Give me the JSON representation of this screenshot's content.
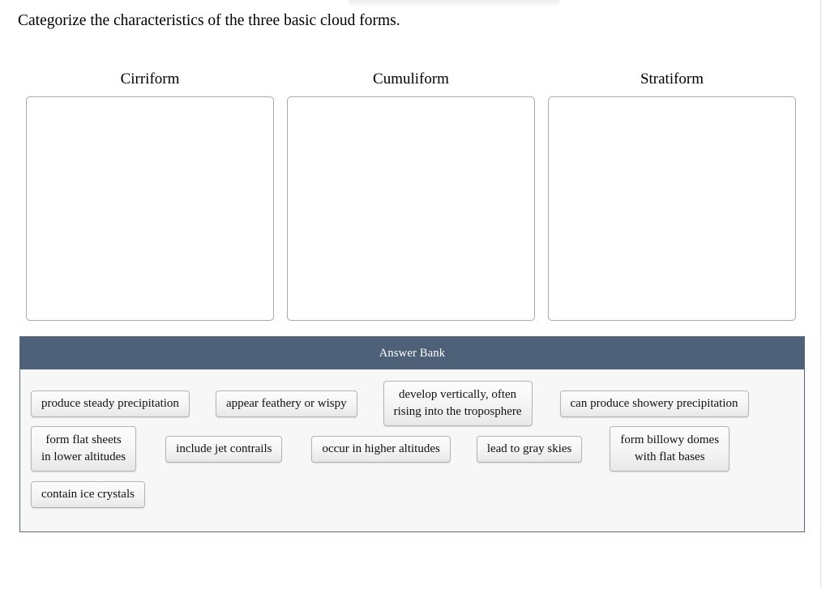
{
  "prompt": {
    "text": "Categorize the characteristics of the three basic cloud forms."
  },
  "categories": [
    {
      "label": "Cirriform"
    },
    {
      "label": "Cumuliform"
    },
    {
      "label": "Stratiform"
    }
  ],
  "answer_bank": {
    "header_label": "Answer Bank",
    "header_color": "#4f6178",
    "body_color": "#f7f7f7",
    "border_color": "#566678",
    "rows": [
      {
        "tiles": [
          {
            "text": "produce steady precipitation"
          },
          {
            "text": "appear feathery or wispy"
          },
          {
            "text": "develop vertically, often\nrising into the troposphere"
          },
          {
            "text": "can produce showery precipitation"
          }
        ]
      },
      {
        "tiles": [
          {
            "text": "form flat sheets\nin lower altitudes"
          },
          {
            "text": "include jet contrails"
          },
          {
            "text": "occur in higher altitudes"
          },
          {
            "text": "lead to gray skies"
          },
          {
            "text": "form billowy domes\nwith flat bases"
          }
        ]
      },
      {
        "tiles": [
          {
            "text": "contain ice crystals"
          }
        ]
      }
    ]
  }
}
